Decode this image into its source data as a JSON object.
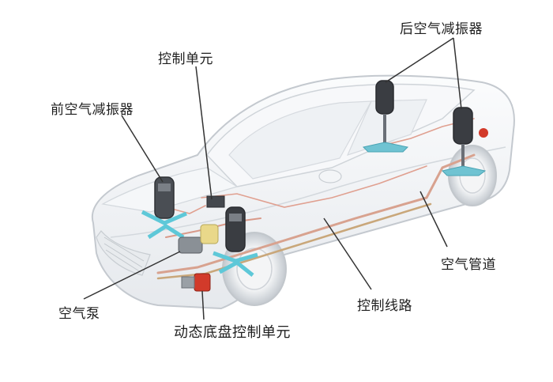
{
  "labels": {
    "rear_air_shock": "后空气减振器",
    "control_unit": "控制单元",
    "front_air_shock": "前空气减振器",
    "air_line": "空气管道",
    "control_circuit": "控制线路",
    "air_pump": "空气泵",
    "dynamic_chassis_control_unit": "动态底盘控制单元"
  },
  "colors": {
    "car_body": "#f2f4f6",
    "car_outline": "#c9ced4",
    "air_line": "#d99a8a",
    "control_wire": "#c8a070",
    "shock_dark": "#3a3d42",
    "shock_cyan": "#5ec8d8",
    "pump_red": "#d23a2a",
    "leader_line": "#333333"
  }
}
